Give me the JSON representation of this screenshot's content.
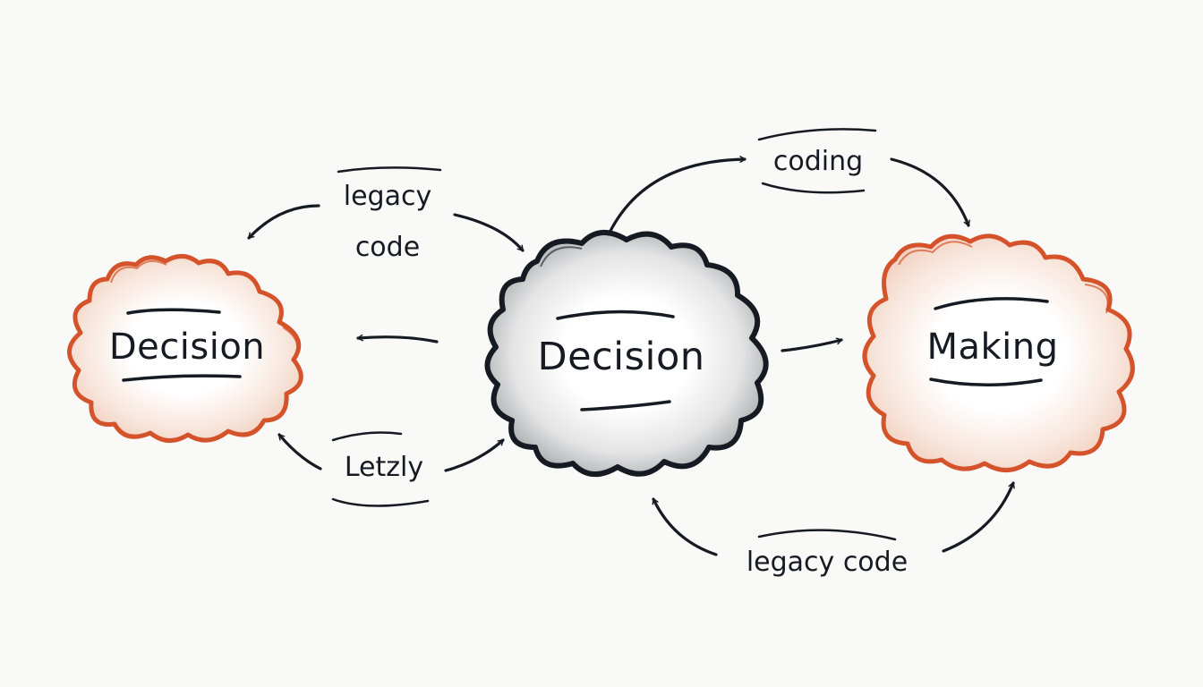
{
  "diagram": {
    "style": "hand-drawn sketch",
    "colors": {
      "background": "#f9f9f8",
      "ink": "#161a22",
      "accent_orange": "#d4532a",
      "orange_fill": "#f6e2d8",
      "gray_fill": "#d9d9da"
    },
    "nodes": [
      {
        "id": "left",
        "label": "Decision",
        "shape": "cloud",
        "color": "orange"
      },
      {
        "id": "center",
        "label": "Decision",
        "shape": "cloud",
        "color": "black"
      },
      {
        "id": "right",
        "label": "Making",
        "shape": "cloud",
        "color": "orange"
      }
    ],
    "edge_labels": {
      "top_left_line1": "legacy",
      "top_left_line2": "code",
      "bottom_left": "Letzly",
      "top_right": "coding",
      "bottom_right": "legacy code"
    },
    "edges": [
      {
        "from": "top_left_label",
        "to": "left",
        "label": "legacy code"
      },
      {
        "from": "top_left_label",
        "to": "center",
        "label": "legacy code"
      },
      {
        "from": "center",
        "to": "left",
        "label": ""
      },
      {
        "from": "bottom_left_label",
        "to": "left",
        "label": "Letzly"
      },
      {
        "from": "bottom_left_label",
        "to": "center",
        "label": "Letzly"
      },
      {
        "from": "top_right_label",
        "to": "center",
        "label": "coding"
      },
      {
        "from": "top_right_label",
        "to": "right",
        "label": "coding"
      },
      {
        "from": "center",
        "to": "right",
        "label": ""
      },
      {
        "from": "bottom_right_label",
        "to": "center",
        "label": "legacy code"
      },
      {
        "from": "bottom_right_label",
        "to": "right",
        "label": "legacy code"
      }
    ]
  }
}
